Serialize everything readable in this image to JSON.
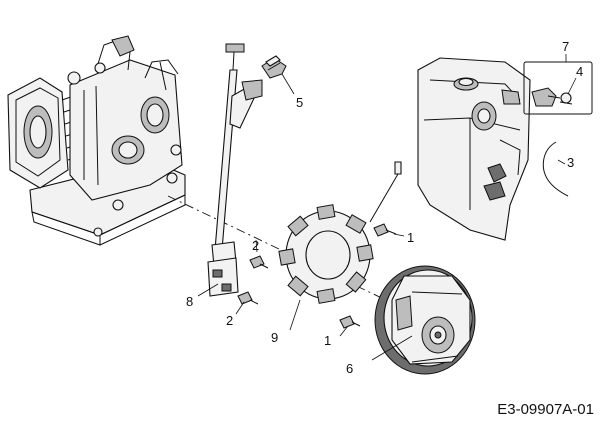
{
  "diagram": {
    "drawing_code": "E3-09907A-01",
    "callouts": {
      "c1a": "1",
      "c1b": "1",
      "c2a": "2",
      "c2b": "2",
      "c3": "3",
      "c4": "4",
      "c5": "5",
      "c6": "6",
      "c7": "7",
      "c8": "8",
      "c9": "9"
    }
  }
}
